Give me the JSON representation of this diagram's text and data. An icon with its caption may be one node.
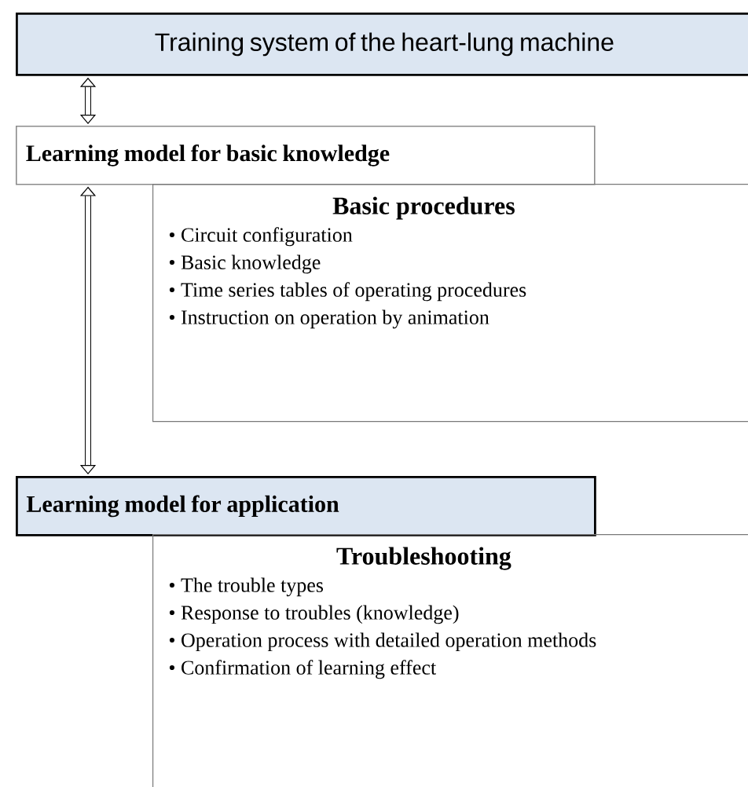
{
  "diagram": {
    "nodes": [
      {
        "text": [
          "Training system of the heart-lung machine"
        ]
      },
      {
        "text": [
          "Learning model for basic knowledge"
        ]
      },
      {
        "text": [
          "Basic procedures",
          "• Circuit configuration",
          "• Basic knowledge",
          "• Time series tables of operating procedures",
          "• Instruction on operation by animation"
        ]
      },
      {
        "text": [
          "Learning model for application"
        ]
      },
      {
        "text": [
          "Troubleshooting",
          "• The trouble types",
          "• Response to troubles (knowledge)",
          "• Operation process with detailed operation methods",
          "• Confirmation of learning effect"
        ]
      }
    ],
    "edges": [
      {
        "from": 0,
        "to": 1,
        "arrow": "both"
      },
      {
        "from": 1,
        "to": 3,
        "arrow": "both"
      }
    ]
  }
}
